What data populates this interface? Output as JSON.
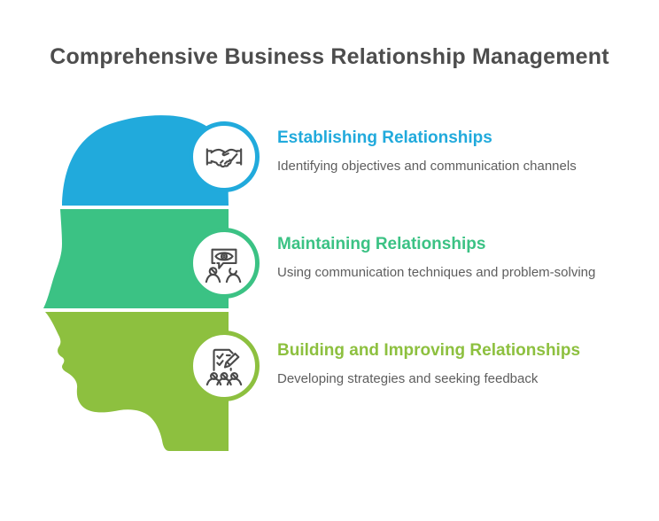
{
  "title": "Comprehensive Business Relationship Management",
  "colors": {
    "blue": "#21aadc",
    "green": "#3bc284",
    "lime": "#8dc03f",
    "title_text": "#4d4d4d",
    "body_text": "#5e5e5e",
    "icon_stroke": "#4a4a4a"
  },
  "sections": [
    {
      "heading": "Establishing Relationships",
      "description": "Identifying objectives and communication channels",
      "color": "#21aadc",
      "icon": "handshake-icon"
    },
    {
      "heading": "Maintaining Relationships",
      "description": "Using communication techniques and problem-solving",
      "color": "#3bc284",
      "icon": "vision-discussion-icon"
    },
    {
      "heading": "Building and Improving Relationships",
      "description": "Developing strategies and seeking feedback",
      "color": "#8dc03f",
      "icon": "checklist-feedback-icon"
    }
  ]
}
